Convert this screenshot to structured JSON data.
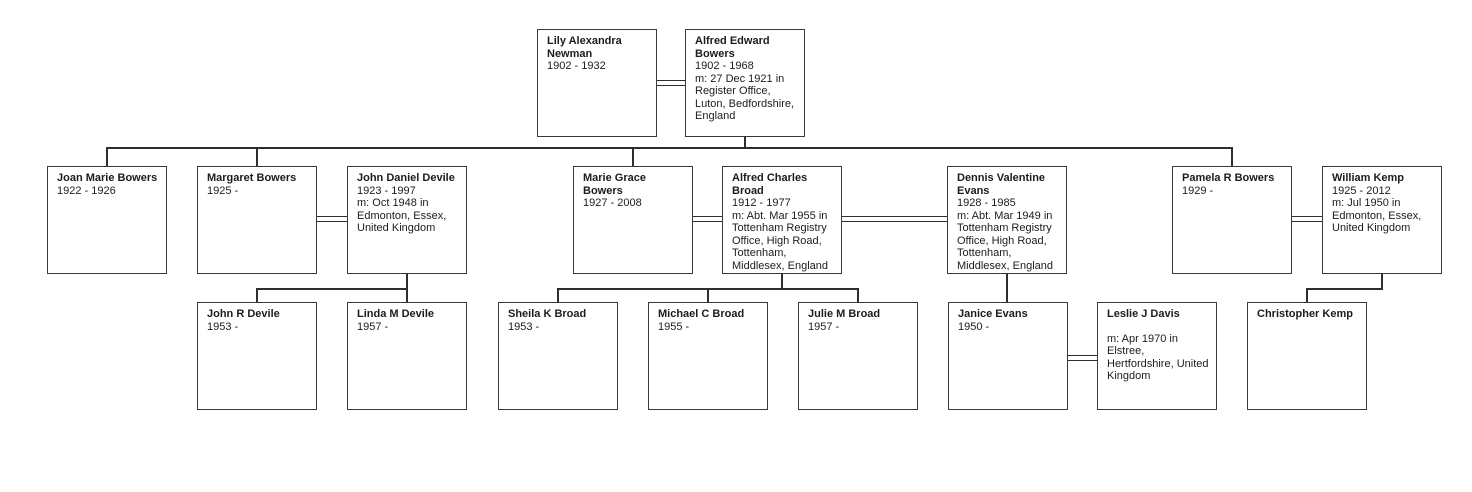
{
  "diagram": {
    "type": "family-tree",
    "generations": 3
  },
  "colors": {
    "line": "#2e2e2e",
    "box_border": "#3a3a3a",
    "box_background": "#ffffff",
    "text": "#1c1c1c",
    "background": "#ffffff"
  },
  "people": {
    "lily": {
      "name": "Lily Alexandra Newman",
      "dates": "1902 - 1932",
      "marriage": ""
    },
    "alfred_e": {
      "name": "Alfred Edward Bowers",
      "dates": "1902 - 1968",
      "marriage": "m: 27 Dec 1921 in Register Office, Luton, Bedfordshire, England"
    },
    "joan": {
      "name": "Joan Marie Bowers",
      "dates": "1922 - 1926",
      "marriage": ""
    },
    "margaret": {
      "name": "Margaret Bowers",
      "dates": "1925 -",
      "marriage": ""
    },
    "john_daniel": {
      "name": "John Daniel Devile",
      "dates": "1923 - 1997",
      "marriage": "m: Oct 1948 in Edmonton, Essex, United Kingdom"
    },
    "marie": {
      "name": "Marie Grace Bowers",
      "dates": "1927 - 2008",
      "marriage": ""
    },
    "alfred_c": {
      "name": "Alfred Charles Broad",
      "dates": "1912 - 1977",
      "marriage": "m: Abt. Mar 1955 in Tottenham Registry Office, High Road, Tottenham, Middlesex, England"
    },
    "dennis": {
      "name": "Dennis Valentine Evans",
      "dates": "1928 - 1985",
      "marriage": "m: Abt. Mar 1949 in Tottenham Registry Office, High Road, Tottenham, Middlesex, England"
    },
    "pamela": {
      "name": "Pamela R Bowers",
      "dates": "1929 -",
      "marriage": ""
    },
    "william": {
      "name": "William Kemp",
      "dates": "1925 - 2012",
      "marriage": "m: Jul 1950 in Edmonton, Essex, United Kingdom"
    },
    "john_r": {
      "name": "John R Devile",
      "dates": "1953 -",
      "marriage": ""
    },
    "linda": {
      "name": "Linda M Devile",
      "dates": "1957 -",
      "marriage": ""
    },
    "sheila": {
      "name": "Sheila K Broad",
      "dates": "1953 -",
      "marriage": ""
    },
    "michael": {
      "name": "Michael C Broad",
      "dates": "1955 -",
      "marriage": ""
    },
    "julie": {
      "name": "Julie M Broad",
      "dates": "1957 -",
      "marriage": ""
    },
    "janice": {
      "name": "Janice Evans",
      "dates": "1950 -",
      "marriage": ""
    },
    "leslie": {
      "name": "Leslie J Davis",
      "dates": "",
      "marriage": "m: Apr 1970 in Elstree, Hertfordshire, United Kingdom"
    },
    "christopher": {
      "name": "Christopher Kemp",
      "dates": "",
      "marriage": ""
    }
  },
  "relationships": {
    "marriages": [
      {
        "between": [
          "Lily Alexandra Newman",
          "Alfred Edward Bowers"
        ]
      },
      {
        "between": [
          "Margaret Bowers",
          "John Daniel Devile"
        ]
      },
      {
        "between": [
          "Marie Grace Bowers",
          "Alfred Charles Broad"
        ]
      },
      {
        "between": [
          "Marie Grace Bowers",
          "Dennis Valentine Evans"
        ]
      },
      {
        "between": [
          "Pamela R Bowers",
          "William Kemp"
        ]
      },
      {
        "between": [
          "Janice Evans",
          "Leslie J Davis"
        ]
      }
    ],
    "children": [
      {
        "parents": "Lily Alexandra Newman & Alfred Edward Bowers",
        "children": [
          "Joan Marie Bowers",
          "Margaret Bowers",
          "Marie Grace Bowers",
          "Pamela R Bowers"
        ]
      },
      {
        "parents": "Margaret Bowers & John Daniel Devile",
        "children": [
          "John R Devile",
          "Linda M Devile"
        ]
      },
      {
        "parents": "Marie Grace Bowers & Alfred Charles Broad",
        "children": [
          "Sheila K Broad",
          "Michael C Broad",
          "Julie M Broad"
        ]
      },
      {
        "parents": "Marie Grace Bowers & Dennis Valentine Evans",
        "children": [
          "Janice Evans"
        ]
      },
      {
        "parents": "Pamela R Bowers & William Kemp",
        "children": [
          "Christopher Kemp"
        ]
      }
    ]
  }
}
